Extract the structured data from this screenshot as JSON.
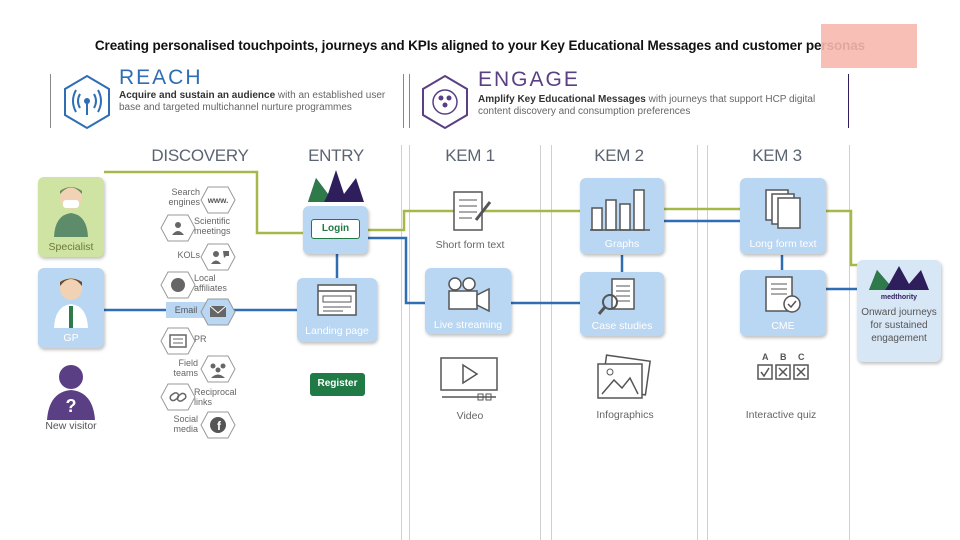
{
  "title": "Creating personalised touchpoints, journeys and KPIs aligned to your Key Educational Messages and customer personas",
  "reach": {
    "heading": "REACH",
    "desc_bold": "Acquire and sustain an audience",
    "desc_rest": " with an established user base and targeted multichannel nurture programmes"
  },
  "engage": {
    "heading": "ENGAGE",
    "desc_bold": "Amplify Key Educational Messages",
    "desc_rest": " with journeys that support HCP digital content discovery and consumption preferences"
  },
  "columns": {
    "discovery": "DISCOVERY",
    "entry": "ENTRY",
    "kem1": "KEM 1",
    "kem2": "KEM 2",
    "kem3": "KEM 3"
  },
  "personas": {
    "specialist": "Specialist",
    "gp": "GP",
    "new_visitor": "New visitor"
  },
  "channels": {
    "search": "Search engines",
    "scientific": "Scientific meetings",
    "kols": "KOLs",
    "local": "Local affiliates",
    "email": "Email",
    "pr": "PR",
    "field": "Field teams",
    "reciprocal": "Reciprocal links",
    "social": "Social media",
    "www": "www."
  },
  "entry": {
    "login": "Login",
    "landing": "Landing page",
    "register": "Register"
  },
  "kem1": {
    "short_text": "Short form text",
    "live": "Live streaming",
    "video": "Video"
  },
  "kem2": {
    "graphs": "Graphs",
    "cases": "Case studies",
    "infographics": "Infographics"
  },
  "kem3": {
    "long_text": "Long form text",
    "cme": "CME",
    "quiz": "Interactive quiz",
    "quiz_letters": [
      "A",
      "B",
      "C"
    ]
  },
  "onward": {
    "brand": "medthority",
    "text": "Onward journeys for sustained engagement"
  },
  "colors": {
    "green_path": "#a7b84a",
    "blue_path": "#2f6db5",
    "card": "#b9d6f2",
    "register": "#1f7a45",
    "purple": "#2e1f5c"
  }
}
